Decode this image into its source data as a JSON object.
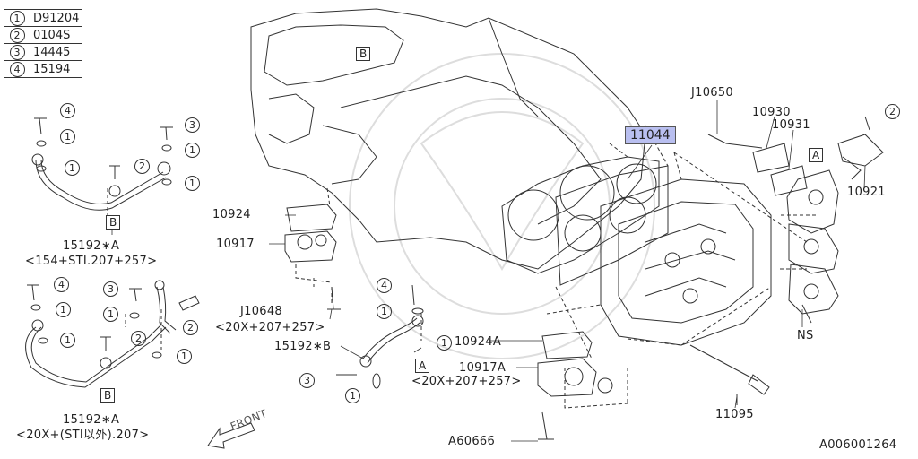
{
  "legend": [
    {
      "num": "1",
      "code": "D91204"
    },
    {
      "num": "2",
      "code": "0104S"
    },
    {
      "num": "3",
      "code": "14445"
    },
    {
      "num": "4",
      "code": "15194"
    }
  ],
  "parts": {
    "p11044": "11044",
    "p10930": "10930",
    "p10931": "10931",
    "p10650": "J10650",
    "p10921": "10921",
    "pNS": "NS",
    "p11095": "11095",
    "pA60666": "A60666",
    "p10924": "10924",
    "p10917": "10917",
    "pJ10648": "J10648",
    "pJ10648sub": "<20X+207+257>",
    "p15192B": "15192∗B",
    "p10924A": "10924A",
    "p10917A": "10917A",
    "p10917Asub": "<20X+207+257>",
    "p15192A_top": "15192∗A",
    "p15192A_top_sub": "<154+STI.207+257>",
    "p15192A_bot": "15192∗A",
    "p15192A_bot_sub": "<20X+(STI以外).207>"
  },
  "callouts": {
    "c1": "1",
    "c2": "2",
    "c3": "3",
    "c4": "4",
    "refA": "A",
    "refB": "B"
  },
  "direction": "FRONT",
  "diagram_id": "A006001264",
  "colors": {
    "highlight": "#b9bff0",
    "line": "#333333"
  }
}
